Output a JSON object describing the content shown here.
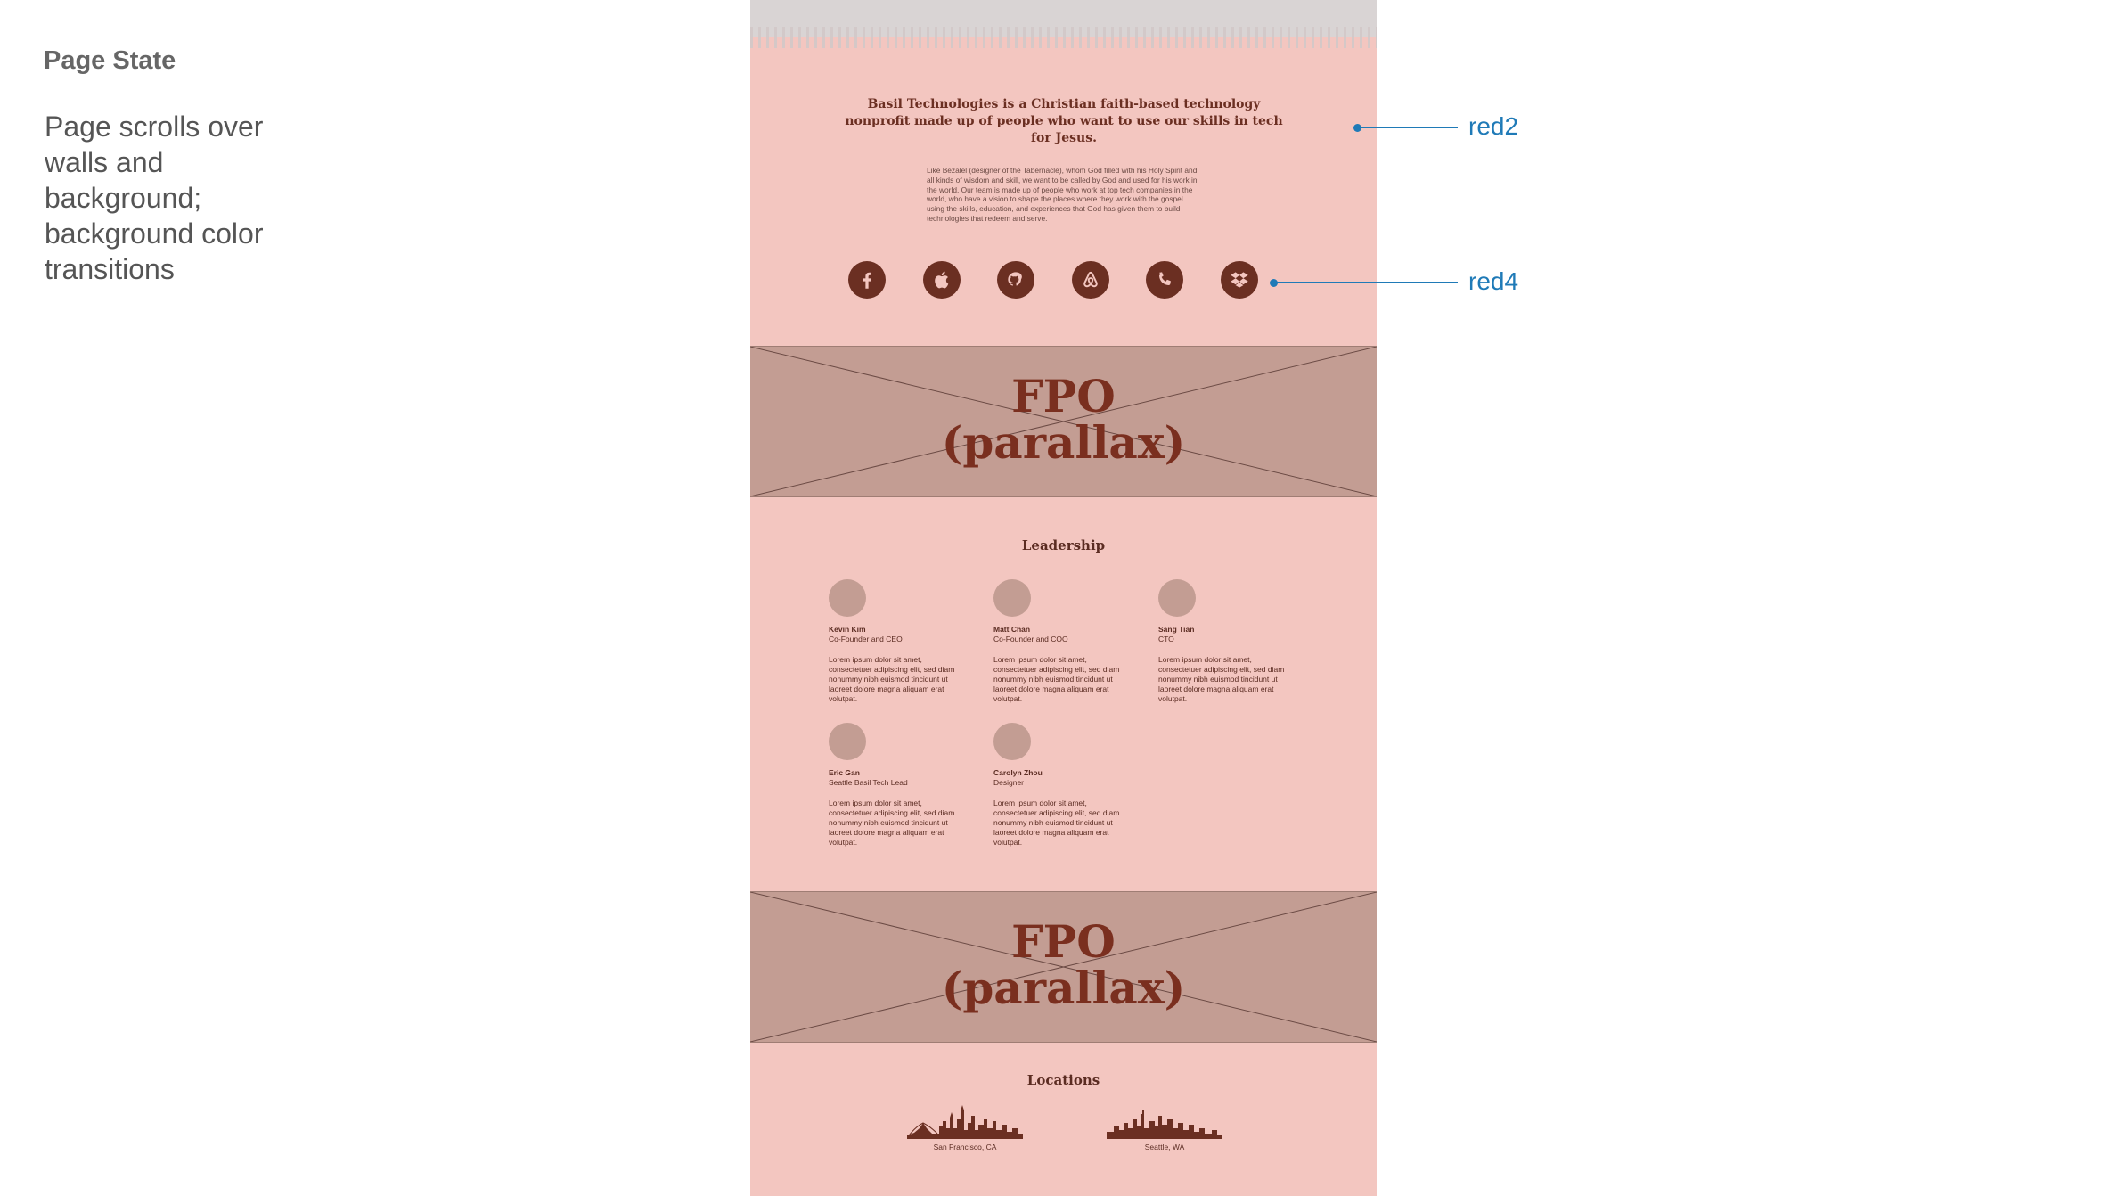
{
  "page_state": {
    "title": "Page State",
    "description": "Page scrolls over walls and background; background color transitions"
  },
  "hero": {
    "tagline": "Basil Technologies is a Christian faith-based technology nonprofit made up of people who want to use our skills in tech for Jesus.",
    "intro": "Like Bezalel (designer of the Tabernacle), whom God filled with his Holy Spirit and all kinds of wisdom and skill, we want to be called by God and used for his work in the world. Our team is made up of people who work at top tech companies in the world, who have a vision to shape the places where they work with the gospel using the skills, education, and experiences that God has given them to build technologies that redeem and serve."
  },
  "icons": [
    "facebook-icon",
    "apple-icon",
    "octocat-icon",
    "airbnb-icon",
    "phone-icon",
    "dropbox-icon"
  ],
  "fpo": {
    "label_line1": "FPO",
    "label_line2": "(parallax)"
  },
  "leadership": {
    "title": "Leadership",
    "people": [
      {
        "name": "Kevin Kim",
        "role": "Co-Founder and CEO",
        "bio": "Lorem ipsum dolor sit amet, consectetuer adipiscing elit, sed diam nonummy nibh euismod tincidunt ut laoreet dolore magna aliquam erat volutpat."
      },
      {
        "name": "Matt Chan",
        "role": "Co-Founder and COO",
        "bio": "Lorem ipsum dolor sit amet, consectetuer adipiscing elit, sed diam nonummy nibh euismod tincidunt ut laoreet dolore magna aliquam erat volutpat."
      },
      {
        "name": "Sang Tian",
        "role": "CTO",
        "bio": "Lorem ipsum dolor sit amet, consectetuer adipiscing elit, sed diam nonummy nibh euismod tincidunt ut laoreet dolore magna aliquam erat volutpat."
      },
      {
        "name": "Eric Gan",
        "role": "Seattle Basil Tech Lead",
        "bio": "Lorem ipsum dolor sit amet, consectetuer adipiscing elit, sed diam nonummy nibh euismod tincidunt ut laoreet dolore magna aliquam erat volutpat."
      },
      {
        "name": "Carolyn Zhou",
        "role": "Designer",
        "bio": "Lorem ipsum dolor sit amet, consectetuer adipiscing elit, sed diam nonummy nibh euismod tincidunt ut laoreet dolore magna aliquam erat volutpat."
      }
    ]
  },
  "locations": {
    "title": "Locations",
    "cities": [
      "San Francisco, CA",
      "Seattle, WA"
    ]
  },
  "callouts": {
    "red2": "red2",
    "red4": "red4"
  },
  "colors": {
    "background": "#f3c6c0",
    "brand": "#6b2f22",
    "placeholder": "#c39d93",
    "annotation": "#1f7ab7"
  }
}
